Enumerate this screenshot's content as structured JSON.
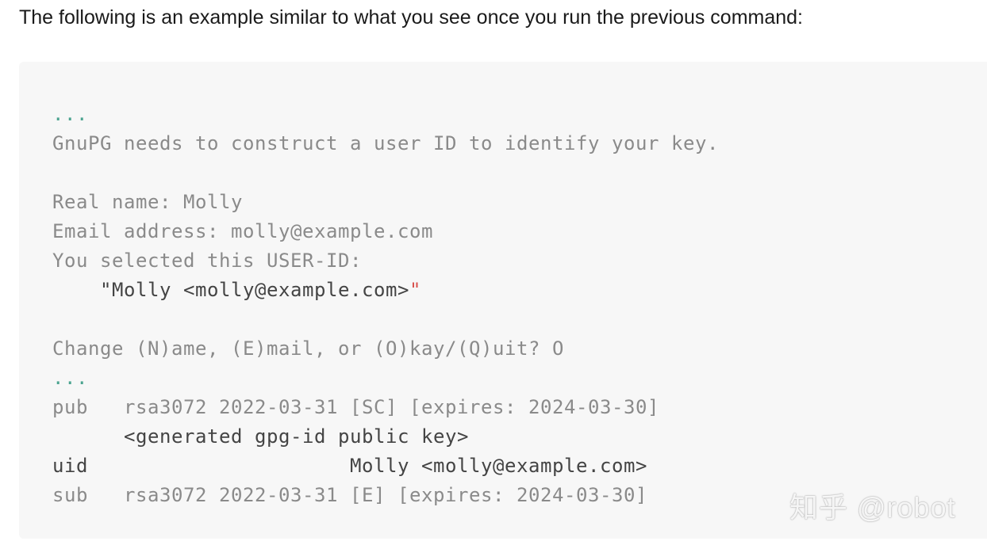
{
  "intro_text": "The following is an example similar to what you see once you run the previous command:",
  "code": {
    "line1": "...",
    "line2": "GnuPG needs to construct a user ID to identify your key.",
    "line3": "",
    "line4": "Real name: Molly",
    "line5": "Email address: molly@example.com",
    "line6": "You selected this USER-ID:",
    "line7_text": "    \"Molly <molly@example.com>",
    "line7_quote": "\"",
    "line8": "",
    "line9": "Change (N)ame, (E)mail, or (O)kay/(Q)uit? O",
    "line10": "...",
    "line11": "pub   rsa3072 2022-03-31 [SC] [expires: 2024-03-30]",
    "line12": "      <generated gpg-id public key>",
    "line13": "uid                      Molly <molly@example.com>",
    "line14": "sub   rsa3072 2022-03-31 [E] [expires: 2024-03-30]"
  },
  "watermark": "知乎 @robot",
  "colors": {
    "block_background": "#f7f7f7",
    "text_gray": "#8a8a8a",
    "text_dark": "#444444",
    "ellipsis_teal": "#4aa38f",
    "quote_red": "#d9534f"
  }
}
